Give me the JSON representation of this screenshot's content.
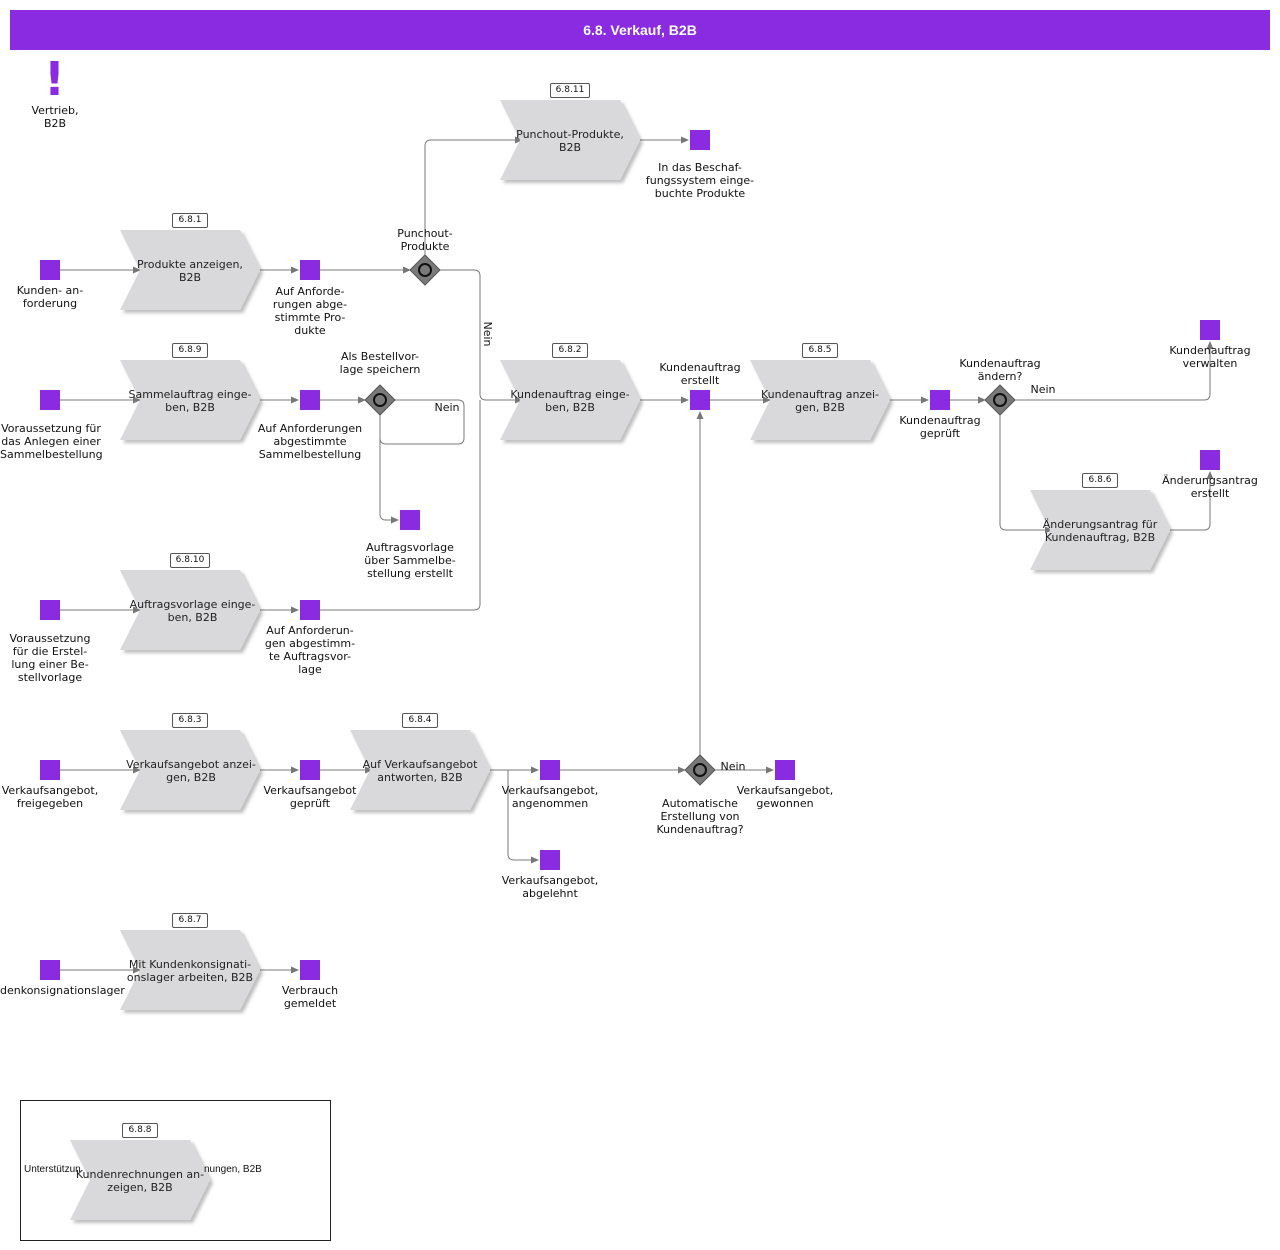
{
  "title": "6.8. Verkauf, B2B",
  "colors": {
    "accent": "#8a2be2",
    "process_fill": "#d9d9dc",
    "gateway": "#7a7a7a"
  },
  "role": {
    "icon": "exclamation-icon",
    "label": "Vertrieb,\nB2B"
  },
  "processes": {
    "p6811": {
      "id": "6.8.11",
      "label": "Punchout-Produkte,\nB2B"
    },
    "p681": {
      "id": "6.8.1",
      "label": "Produkte anzeigen,\nB2B"
    },
    "p689": {
      "id": "6.8.9",
      "label": "Sammelauftrag einge-\nben, B2B"
    },
    "p682": {
      "id": "6.8.2",
      "label": "Kundenauftrag einge-\nben, B2B"
    },
    "p685": {
      "id": "6.8.5",
      "label": "Kundenauftrag anzei-\ngen, B2B"
    },
    "p686": {
      "id": "6.8.6",
      "label": "Änderungsantrag für\nKundenauftrag, B2B"
    },
    "p6810": {
      "id": "6.8.10",
      "label": "Auftragsvorlage einge-\nben, B2B"
    },
    "p683": {
      "id": "6.8.3",
      "label": "Verkaufsangebot anzei-\ngen, B2B"
    },
    "p684": {
      "id": "6.8.4",
      "label": "Auf Verkaufsangebot\nantworten, B2B"
    },
    "p687": {
      "id": "6.8.7",
      "label": "Mit Kundenkonsignati-\nonslager arbeiten, B2B"
    },
    "p688": {
      "id": "6.8.8",
      "label": "Kundenrechnungen an-\nzeigen, B2B"
    }
  },
  "events": {
    "e_beschaffung": "In das Beschaf-\nfungssystem einge-\nbuchte Produkte",
    "e_kundenanf": "Kunden- an-\nforderung",
    "e_anf_prod": "Auf Anforde-\nrungen abge-\nstimmte Pro-\ndukte",
    "e_vor_sammel": "Voraussetzung für\ndas Anlegen einer\nSammelbestellung",
    "e_anf_sammel": "Auf Anforderungen\nabgestimmte\nSammelbestellung",
    "e_vorlage_sammel": "Auftragsvorlage\nüber Sammelbe-\nstellung erstellt",
    "e_ka_erstellt": "Kundenauftrag\nerstellt",
    "e_ka_geprueft": "Kundenauftrag\ngeprüft",
    "e_ka_verwalten": "Kundenauftrag\nverwalten",
    "e_aend_erstellt": "Änderungsantrag\nerstellt",
    "e_vor_vorlage": "Voraussetzung\nfür die Erstel-\nlung einer Be-\nstellvorlage",
    "e_anf_vorlage": "Auf Anforderun-\ngen abgestimm-\nte Auftragsvor-\nlage",
    "e_va_freig": "Verkaufsangebot,\nfreigegeben",
    "e_va_geprueft": "Verkaufsangebot\ngeprüft",
    "e_va_angen": "Verkaufsangebot,\nangenommen",
    "e_va_abgel": "Verkaufsangebot,\nabgelehnt",
    "e_va_gewonnen": "Verkaufsangebot,\ngewonnen",
    "e_konsi": "denkonsignationslager",
    "e_verbrauch": "Verbrauch\ngemeldet"
  },
  "gateways": {
    "g_punchout": "Punchout-\nProdukte",
    "g_bestell": "Als Bestellvor-\nlage speichern",
    "g_aendern": "Kundenauftrag\nändern?",
    "g_auto": "Automatische\nErstellung von\nKundenauftrag?"
  },
  "flow_labels": {
    "nein_vertical": "Nein",
    "nein_bestell": "Nein",
    "nein_aendern": "Nein",
    "nein_auto": "Nein"
  },
  "legend": {
    "left_text": "Unterstützun",
    "right_text": "nungen, B2B"
  }
}
